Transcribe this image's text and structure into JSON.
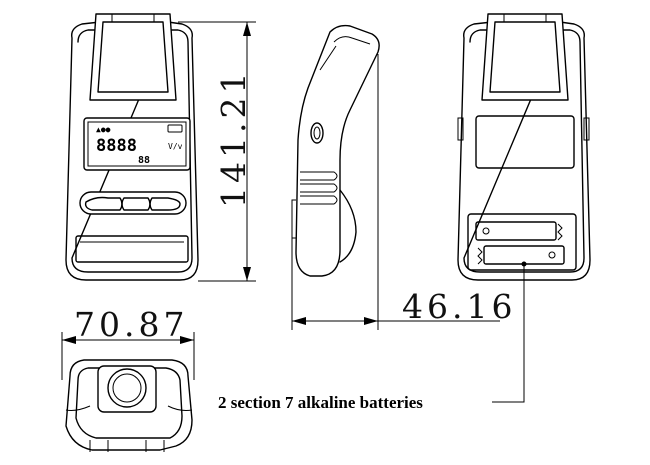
{
  "dimensions": {
    "height": "141.21",
    "depth": "46.16",
    "width": "70.87"
  },
  "annotation": "2 section 7 alkaline batteries",
  "lcd": {
    "main_digits": "8888",
    "small_digits": "88",
    "top_symbols": "▲●●",
    "unit": "V/v"
  }
}
